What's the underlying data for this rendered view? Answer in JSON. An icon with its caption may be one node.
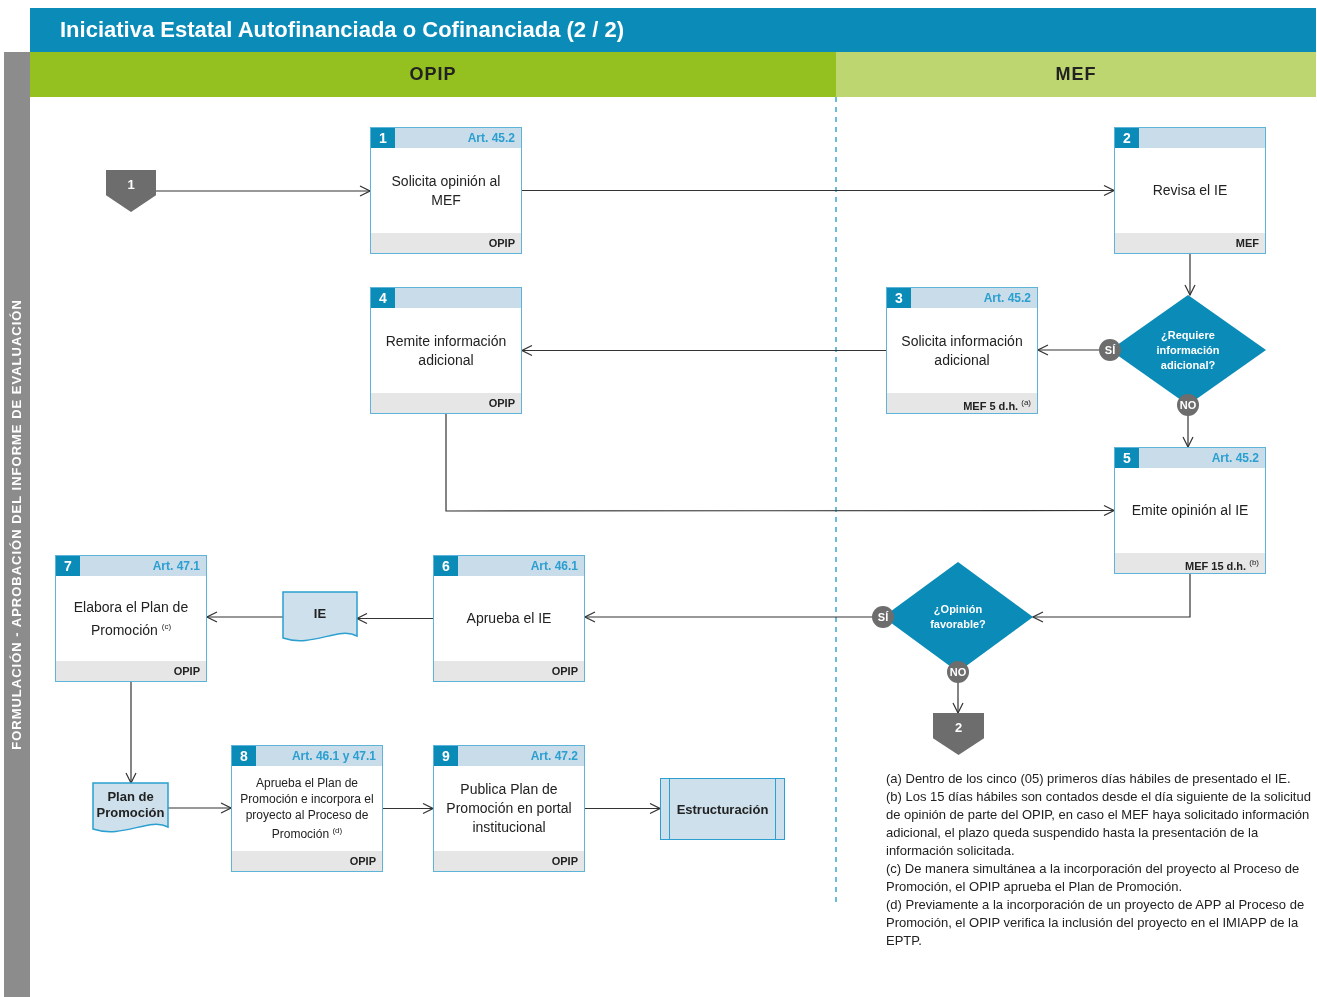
{
  "diagram": {
    "title": "Iniciativa Estatal Autofinanciada o Cofinanciada (2 / 2)",
    "nodes": [
      {
        "text": [
          "OPIP"
        ]
      },
      {
        "text": [
          "MEF"
        ]
      },
      {
        "text": [
          "FORMULACIÓN - APROBACIÓN DEL INFORME DE EVALUACIÓN"
        ]
      },
      {
        "text": [
          "1"
        ]
      },
      {
        "text": [
          "1",
          "Art. 45.2",
          "Solicita opinión al MEF",
          "OPIP"
        ]
      },
      {
        "text": [
          "2",
          "Revisa el IE",
          "MEF"
        ]
      },
      {
        "text": [
          "¿Requiere información adicional?"
        ]
      },
      {
        "text": [
          "3",
          "Art. 45.2",
          "Solicita información adicional",
          "MEF 5 d.h. $^{(a)}$"
        ]
      },
      {
        "text": [
          "4",
          "Remite información adicional",
          "OPIP"
        ]
      },
      {
        "text": [
          "5",
          "Art. 45.2",
          "Emite opinión al IE",
          "MEF 15 d.h. $^{(b)}$"
        ]
      },
      {
        "text": [
          "¿Opinión favorable?"
        ]
      },
      {
        "text": [
          "2"
        ]
      },
      {
        "text": [
          "6",
          "Art. 46.1",
          "Aprueba el IE",
          "OPIP"
        ]
      },
      {
        "text": [
          "IE"
        ]
      },
      {
        "text": [
          "7",
          "Art. 47.1",
          "Elabora el Plan de Promoción $^{(c)}$",
          "OPIP"
        ]
      },
      {
        "text": [
          "Plan de Promoción"
        ]
      },
      {
        "text": [
          "8",
          "Art. 46.1 y 47.1",
          "Aprueba el Plan de Promoción e incorpora el proyecto al Proceso de Promoción $^{(d)}$",
          "OPIP"
        ]
      },
      {
        "text": [
          "9",
          "Art. 47.2",
          "Publica Plan de Promoción en portal institucional",
          "OPIP"
        ]
      },
      {
        "text": [
          "Estructuración"
        ]
      }
    ],
    "edges": [
      {
        "from": 3,
        "to": 4,
        "arrow": "to"
      },
      {
        "from": 4,
        "to": 5,
        "arrow": "to"
      },
      {
        "from": 5,
        "to": 6,
        "arrow": "to"
      },
      {
        "from": 6,
        "to": 7,
        "arrow": "to",
        "label": "SÍ"
      },
      {
        "from": 6,
        "to": 9,
        "arrow": "to",
        "label": "NO"
      },
      {
        "from": 7,
        "to": 8,
        "arrow": "to"
      },
      {
        "from": 8,
        "to": 9,
        "arrow": "to"
      },
      {
        "from": 9,
        "to": 10,
        "arrow": "to"
      },
      {
        "from": 10,
        "to": 12,
        "arrow": "to",
        "label": "SÍ"
      },
      {
        "from": 10,
        "to": 11,
        "arrow": "to",
        "label": "NO"
      },
      {
        "from": 12,
        "to": 13,
        "arrow": "to"
      },
      {
        "from": 13,
        "to": 14,
        "arrow": "to"
      },
      {
        "from": 14,
        "to": 15,
        "arrow": "to"
      },
      {
        "from": 15,
        "to": 16,
        "arrow": "to"
      },
      {
        "from": 16,
        "to": 17,
        "arrow": "to"
      },
      {
        "from": 17,
        "to": 18,
        "arrow": "to"
      }
    ],
    "labels": [
      "(a) Dentro de los cinco (05) primeros días hábiles de presentado el IE.",
      "(b) Los 15 días hábiles son contados desde el día siguiente de la solicitud de opinión de parte del OPIP, en caso el MEF haya solicitado información adicional, el plazo queda suspendido hasta la presentación de la información solicitada.",
      "(c) De manera simultánea a la incorporación del proyecto al Proceso de Promoción, el OPIP aprueba el Plan de Promoción.",
      "(d) Previamente a la incorporación de un proyecto de APP al Proceso de Promoción, el OPIP verifica la inclusión del proyecto en el IMIAPP de la EPTP."
    ]
  }
}
